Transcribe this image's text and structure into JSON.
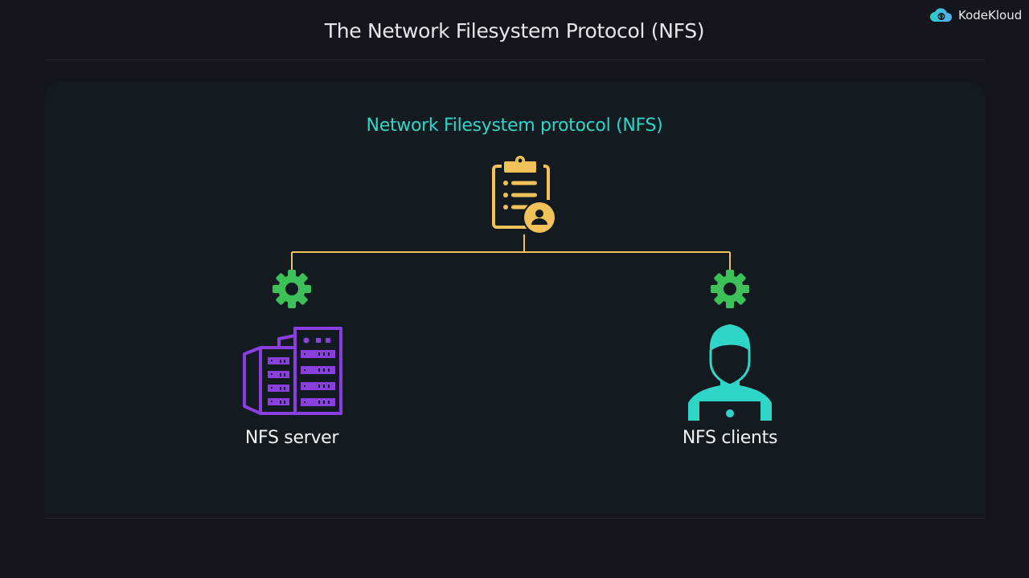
{
  "header": {
    "title": "The Network Filesystem Protocol (NFS)",
    "brand": "KodeKloud"
  },
  "diagram": {
    "heading": "Network Filesystem protocol (NFS)",
    "root": {
      "icon": "clipboard-user-icon"
    },
    "nodes": [
      {
        "label": "NFS server",
        "icon": "server-building-icon",
        "status_icon": "gear-icon"
      },
      {
        "label": "NFS clients",
        "icon": "user-laptop-icon",
        "status_icon": "gear-icon"
      }
    ]
  },
  "colors": {
    "accent_teal": "#2fd6c8",
    "connector_yellow": "#f1c15a",
    "gear_green": "#3dbf5a",
    "server_purple": "#8b3fe0",
    "client_teal": "#2fd6c8"
  }
}
